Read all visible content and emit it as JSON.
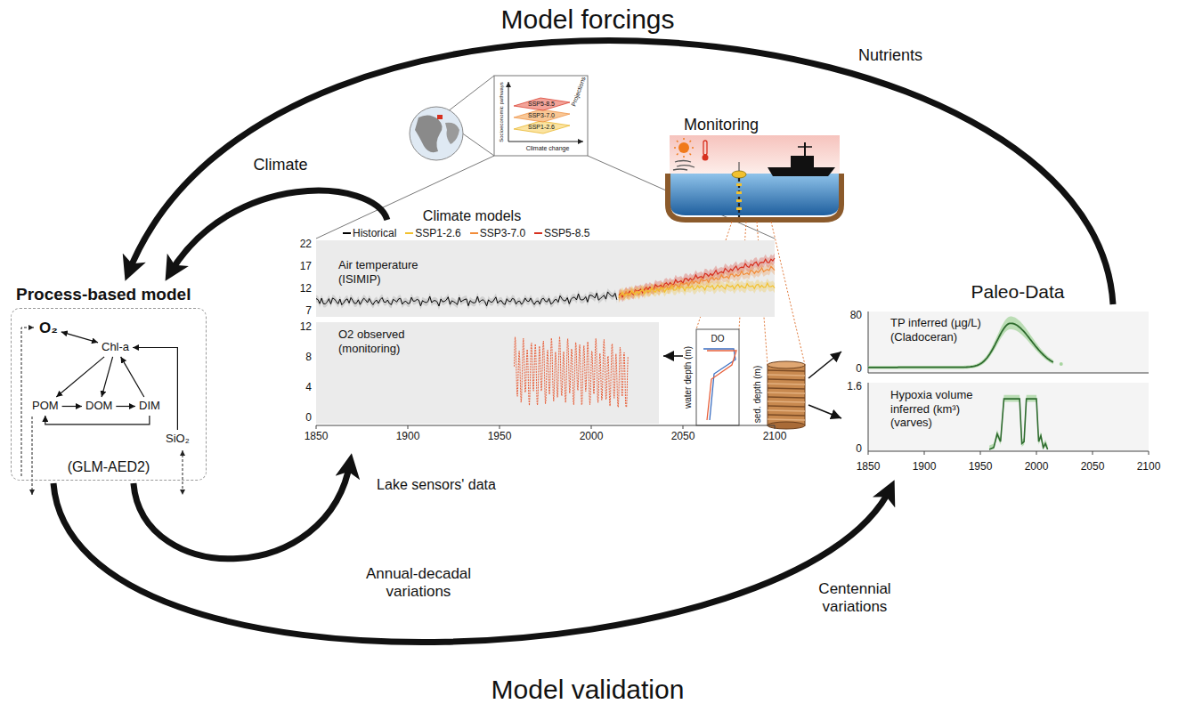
{
  "diagram": {
    "title": "Model forcings",
    "nodes": [
      {
        "text": [
          "Process-based model",
          "(GLM-AED2)"
        ]
      },
      {
        "text": [
          "O₂"
        ],
        "in": 0
      },
      {
        "text": [
          "Chl-a"
        ],
        "in": 0
      },
      {
        "text": [
          "POM"
        ],
        "in": 0
      },
      {
        "text": [
          "DOM"
        ],
        "in": 0
      },
      {
        "text": [
          "DIM"
        ],
        "in": 0
      },
      {
        "text": [
          "SiO₂"
        ],
        "in": 0
      },
      {
        "text": [
          "Air temperature (ISIMIP)"
        ]
      },
      {
        "text": [
          "O2 observed (monitoring)"
        ]
      },
      {
        "text": [
          "TP inferred (µg/L) (Cladoceran)"
        ]
      },
      {
        "text": [
          "Hypoxia volume inferred (km³) (varves)"
        ]
      }
    ],
    "edges": [
      {
        "from": 1,
        "to": 2,
        "arrow": "both"
      },
      {
        "from": 2,
        "to": 3,
        "arrow": "to"
      },
      {
        "from": 2,
        "to": 4,
        "arrow": "to"
      },
      {
        "from": 5,
        "to": 2,
        "arrow": "to"
      },
      {
        "from": 3,
        "to": 4,
        "arrow": "to"
      },
      {
        "from": 4,
        "to": 5,
        "arrow": "to"
      },
      {
        "from": 5,
        "to": 3,
        "arrow": "to"
      },
      {
        "from": 6,
        "to": 2,
        "arrow": "to"
      },
      {
        "from": 7,
        "to": 0,
        "label": "Climate",
        "arrow": "to"
      },
      {
        "from": 9,
        "to": 0,
        "label": "Nutrients",
        "arrow": "to"
      },
      {
        "from": 0,
        "to": 8,
        "label": "Annual-decadal variations",
        "arrow": "to"
      },
      {
        "from": 0,
        "to": 10,
        "label": "Centennial variations",
        "arrow": "to"
      }
    ],
    "labels": [
      "Model validation",
      "Climate models",
      "Monitoring",
      "Paleo-Data",
      "Lake sensors' data",
      "Projections",
      "Socioeconomic pathways",
      "Climate change",
      "SSP5-8.5",
      "SSP3-7.0",
      "SSP1-2.6",
      "22",
      "17",
      "12",
      "7",
      "12",
      "8",
      "4",
      "0",
      "1850",
      "1900",
      "1950",
      "2000",
      "2050",
      "2100",
      "DO",
      "water depth (m)",
      "sed. depth (m)",
      "80",
      "0",
      "1.6",
      "0",
      "1850",
      "1900",
      "1950",
      "2000",
      "2050",
      "2100"
    ],
    "legend": [
      {
        "text": "Historical",
        "color": "#000000"
      },
      {
        "text": "SSP1-2.6",
        "color": "#f2c12e"
      },
      {
        "text": "SSP3-7.0",
        "color": "#f28c38"
      },
      {
        "text": "SSP5-8.5",
        "color": "#d7301f"
      }
    ]
  }
}
